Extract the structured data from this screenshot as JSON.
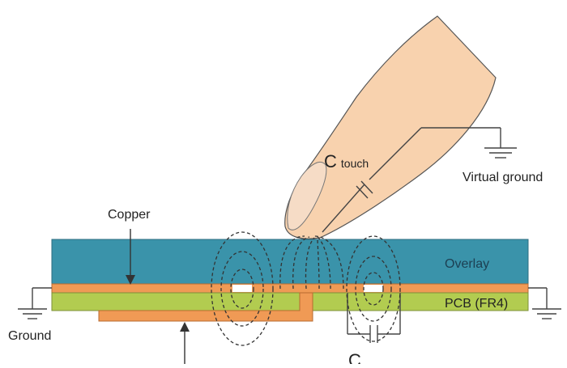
{
  "labels": {
    "copper": "Copper",
    "ground": "Ground",
    "virtual_ground": "Virtual ground",
    "overlay": "Overlay",
    "pcb": "PCB (FR4)",
    "c_touch_main": "C",
    "c_touch_sub": "touch",
    "c_bottom": "C"
  },
  "colors": {
    "overlay": "#3a93aa",
    "copper": "#f09a55",
    "pcb": "#b2cc50",
    "finger": "#f8d2ae",
    "nail": "#f6dcc6",
    "stroke": "#444444"
  }
}
